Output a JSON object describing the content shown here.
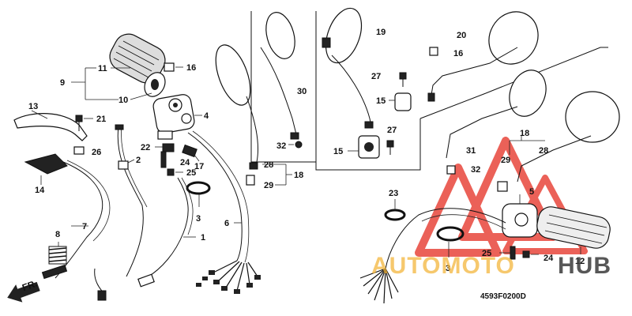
{
  "diagram": {
    "code": "4593F0200D",
    "direction_label": "FR.",
    "callouts": {
      "c1": "1",
      "c2": "2",
      "c3": "3",
      "c3b": "3",
      "c4": "4",
      "c5": "5",
      "c6": "6",
      "c7": "7",
      "c8": "8",
      "c9": "9",
      "c10": "10",
      "c11": "11",
      "c12": "12",
      "c13": "13",
      "c14": "14",
      "c15a": "15",
      "c15b": "15",
      "c16a": "16",
      "c16b": "16",
      "c17": "17",
      "c18a": "18",
      "c18b": "18",
      "c19": "19",
      "c20": "20",
      "c21": "21",
      "c22": "22",
      "c23": "23",
      "c24a": "24",
      "c24b": "24",
      "c25a": "25",
      "c25b": "25",
      "c26": "26",
      "c27a": "27",
      "c27b": "27",
      "c28a": "28",
      "c28b": "28",
      "c29a": "29",
      "c29b": "29",
      "c30": "30",
      "c31": "31",
      "c32a": "32",
      "c32b": "32"
    }
  },
  "watermark": {
    "brand_left": "AUTOMOTO",
    "brand_right": "HUB",
    "color_primary": "#e8463b",
    "color_secondary": "#f3b63c",
    "color_text_dark": "#3a3a3a"
  }
}
